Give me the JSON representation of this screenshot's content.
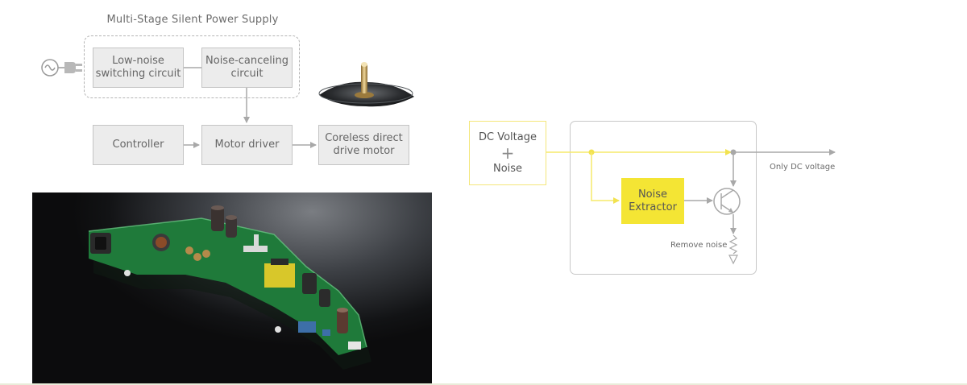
{
  "power_diagram": {
    "title": "Multi-Stage Silent Power Supply",
    "boxes": {
      "low_noise": "Low-noise\nswitching circuit",
      "noise_canceling": "Noise-canceling\ncircuit",
      "controller": "Controller",
      "motor_driver": "Motor driver",
      "coreless_motor": "Coreless direct\ndrive motor"
    }
  },
  "noise_diagram": {
    "input_line1": "DC Voltage",
    "input_plus": "+",
    "input_line2": "Noise",
    "extractor": "Noise\nExtractor",
    "output_label": "Only DC voltage",
    "remove_label": "Remove noise"
  },
  "colors": {
    "highlight_yellow": "#f4e534",
    "signal_yellow": "#f6ea6a",
    "box_gray": "#ececec",
    "line_gray": "#a8a8a8"
  },
  "icons": [
    "ac-power-icon",
    "plug-icon",
    "transistor-icon",
    "resistor-icon",
    "ground-icon"
  ]
}
